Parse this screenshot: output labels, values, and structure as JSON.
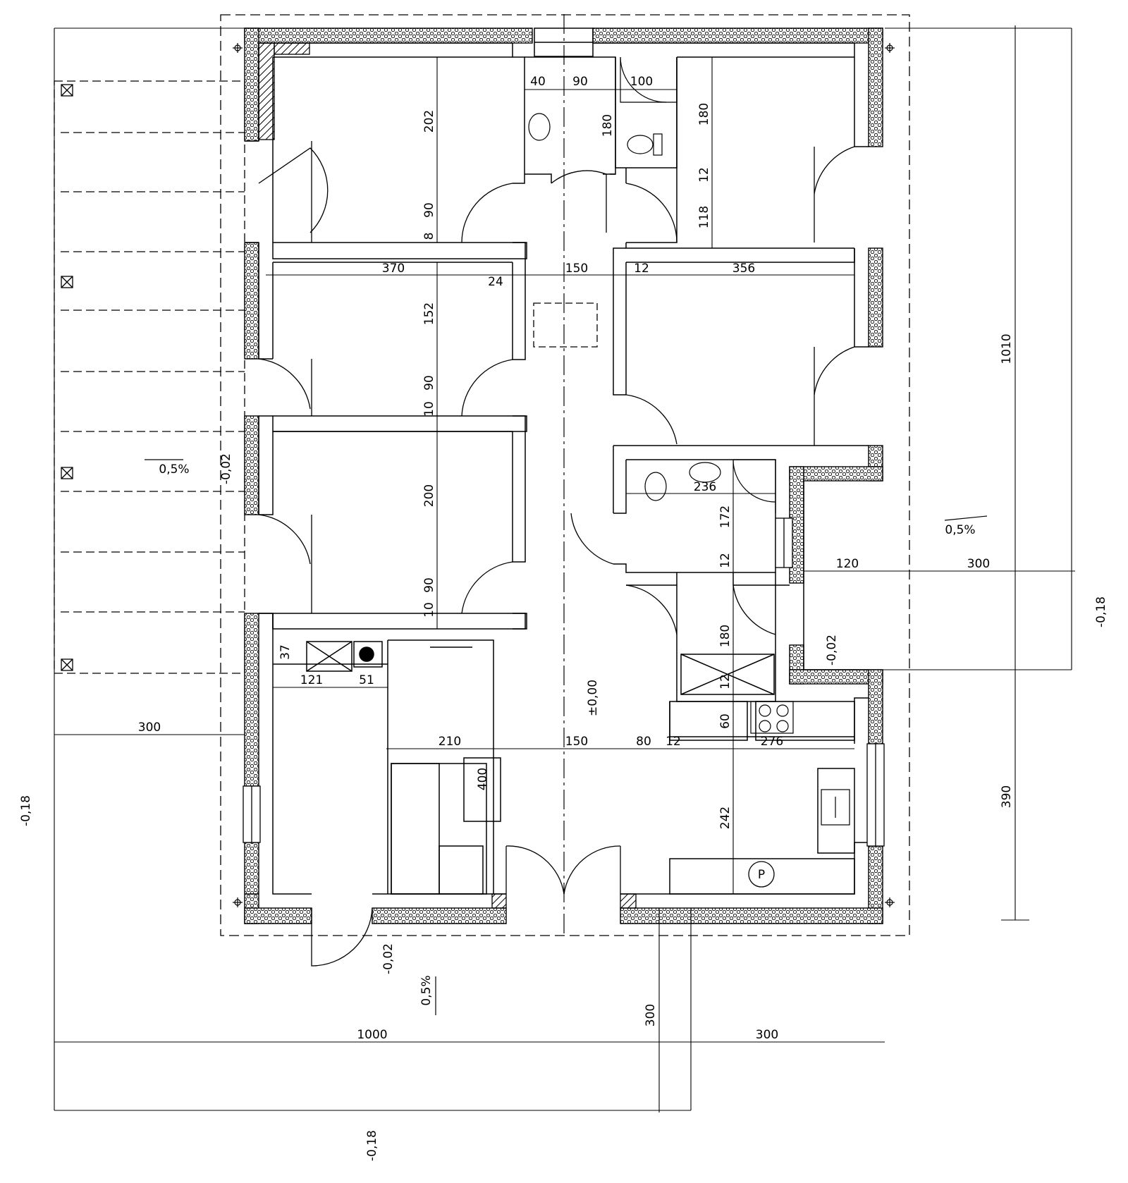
{
  "plan": {
    "dimensions": {
      "d_1010": "1010",
      "d_390": "390",
      "d_300_left": "300",
      "d_1000": "1000",
      "d_300_bottom": "300",
      "d_300_bottom_v": "300",
      "d_300_right": "300",
      "d_370": "370",
      "d_24": "24",
      "d_150_top": "150",
      "d_12_top": "12",
      "d_356": "356",
      "d_202": "202",
      "d_8": "8",
      "d_90_a": "90",
      "d_152": "152",
      "d_10_a": "10",
      "d_90_b": "90",
      "d_200": "200",
      "d_10_b": "10",
      "d_90_c": "90",
      "d_40": "40",
      "d_90_wc": "90",
      "d_100": "100",
      "d_180_wc": "180",
      "d_180_tr": "180",
      "d_12_tr": "12",
      "d_118": "118",
      "d_236": "236",
      "d_172": "172",
      "d_12_mid": "12",
      "d_120": "120",
      "d_180_lo": "180",
      "d_12_lo": "12",
      "d_60": "60",
      "d_37": "37",
      "d_121": "121",
      "d_51": "51",
      "d_210": "210",
      "d_150_bot": "150",
      "d_80": "80",
      "d_12_bot": "12",
      "d_276": "276",
      "d_400": "400",
      "d_242": "242"
    },
    "levels": {
      "zero": "±0,00",
      "m002_left": "-0,02",
      "m002_right": "-0,02",
      "m002_bottom": "-0,02",
      "m018_left": "-0,18",
      "m018_right": "-0,18",
      "m018_bottom": "-0,18"
    },
    "slopes": {
      "left": "0,5%",
      "right": "0,5%",
      "bottom": "0,5%"
    },
    "appliance_label": "P"
  }
}
